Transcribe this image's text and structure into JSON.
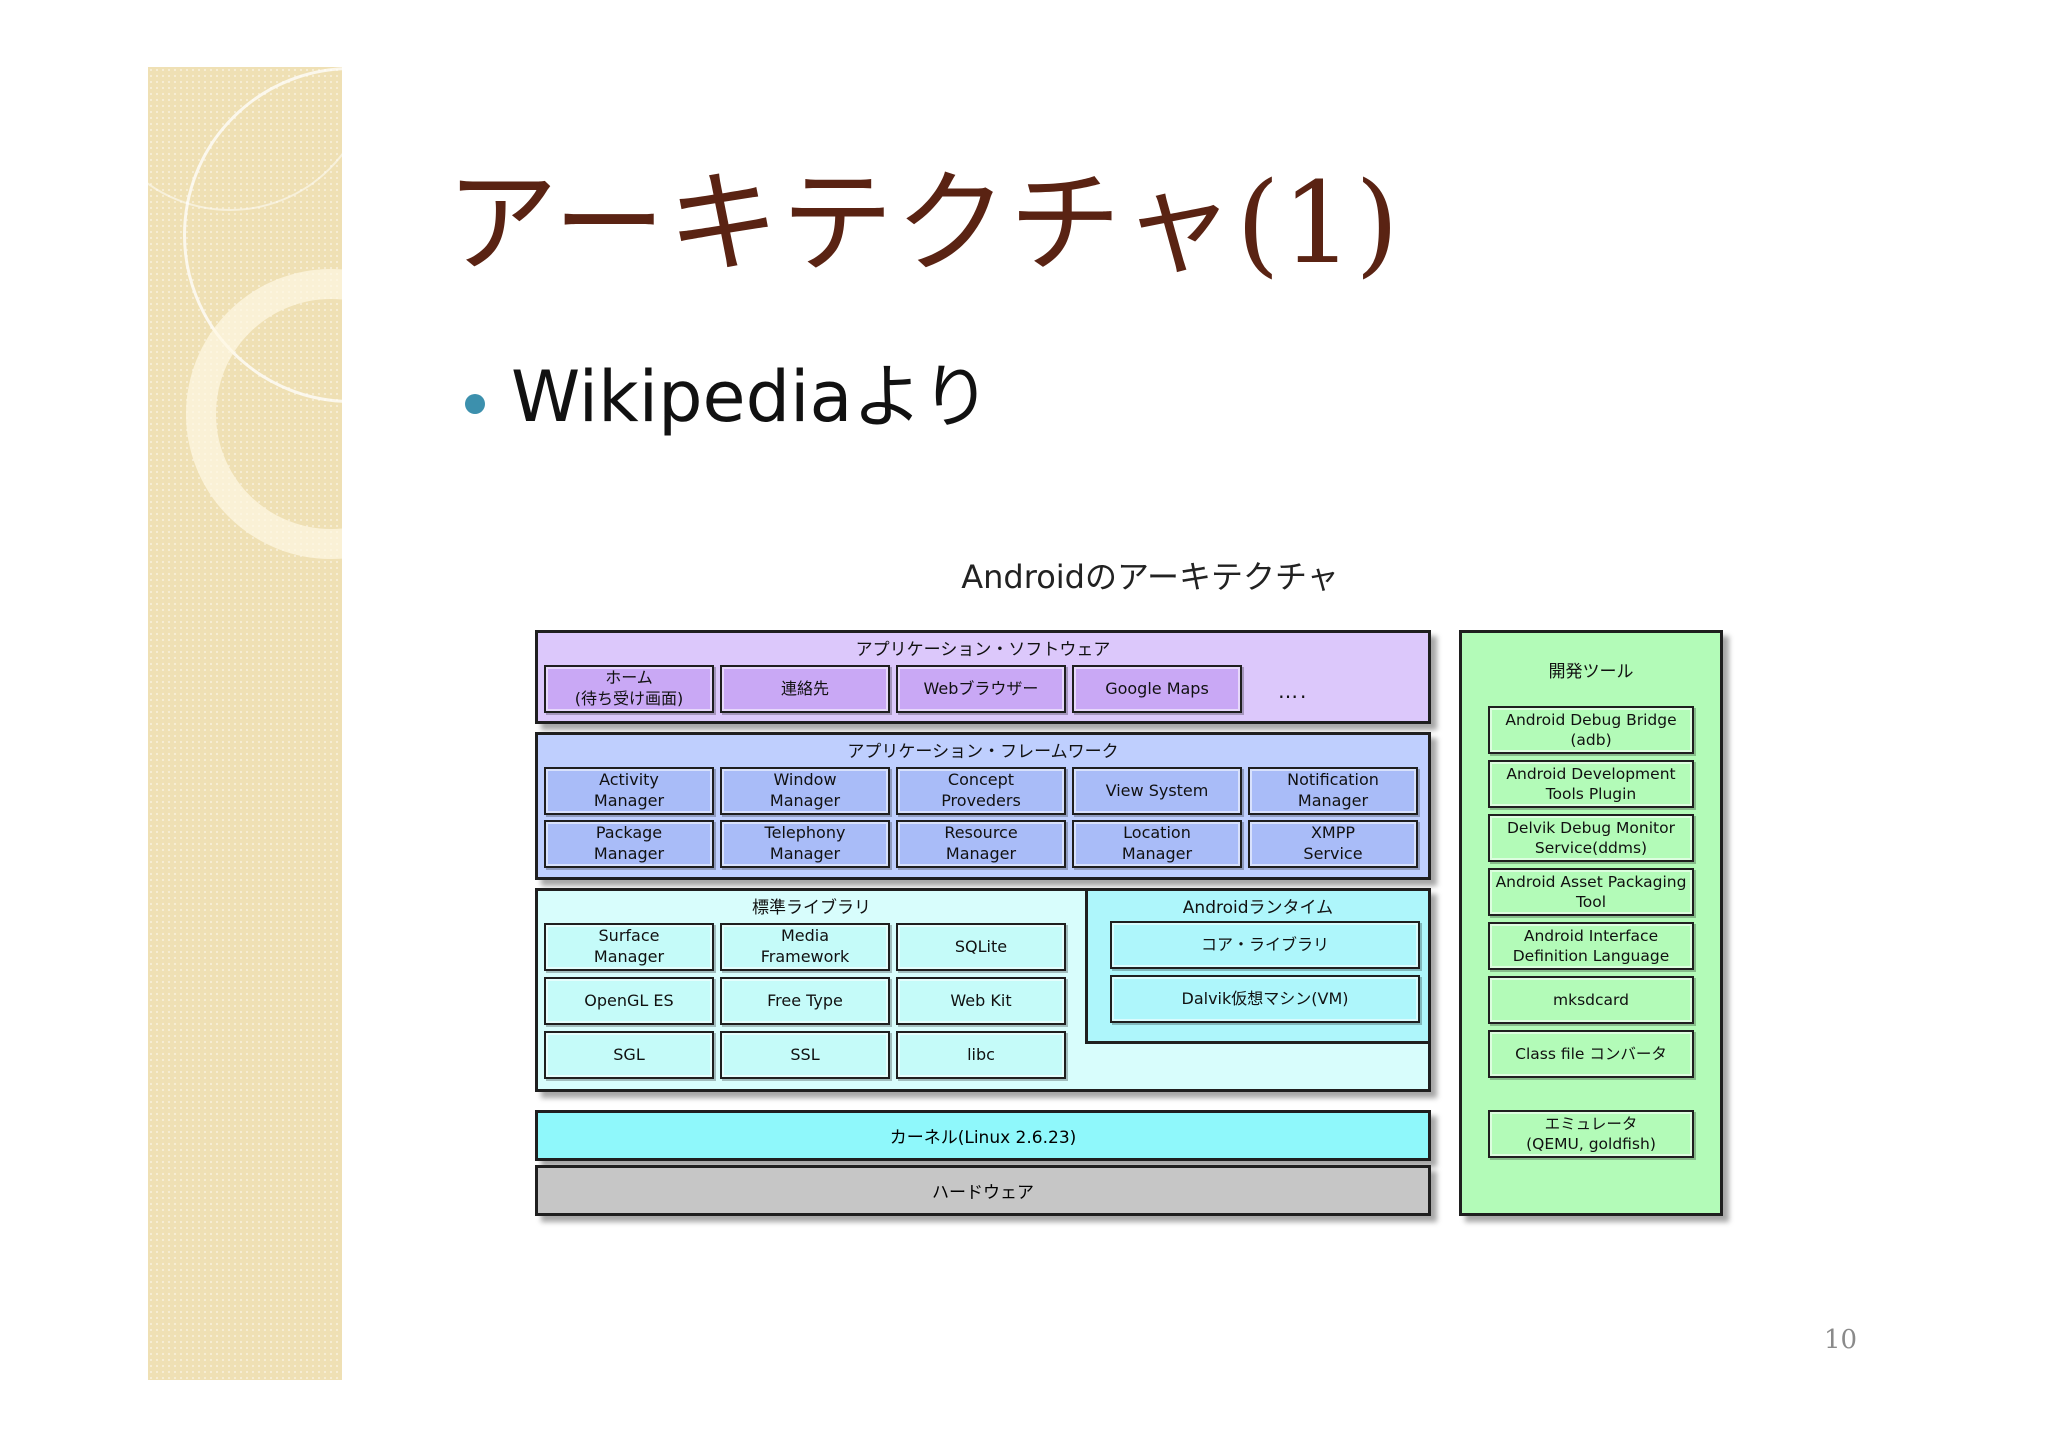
{
  "slide": {
    "title": "アーキテクチャ(1)",
    "bullet": "Wikipediaより",
    "page_number": "10"
  },
  "diagram": {
    "title": "Androidのアーキテクチャ",
    "applications": {
      "header": "アプリケーション・ソフトウェア",
      "items": [
        "ホーム\n(待ち受け画面)",
        "連絡先",
        "Webブラウザー",
        "Google Maps"
      ],
      "ellipsis": "…."
    },
    "framework": {
      "header": "アプリケーション・フレームワーク",
      "items": [
        "Activity\nManager",
        "Window\nManager",
        "Concept\nProveders",
        "View System",
        "Notification\nManager",
        "Package\nManager",
        "Telephony\nManager",
        "Resource\nManager",
        "Location\nManager",
        "XMPP\nService"
      ]
    },
    "libraries": {
      "header": "標準ライブラリ",
      "items": [
        "Surface\nManager",
        "Media\nFramework",
        "SQLite",
        "OpenGL ES",
        "Free Type",
        "Web Kit",
        "SGL",
        "SSL",
        "libc"
      ]
    },
    "runtime": {
      "header": "Androidランタイム",
      "items": [
        "コア・ライブラリ",
        "Dalvik仮想マシン(VM)"
      ]
    },
    "kernel": "カーネル(Linux 2.6.23)",
    "hardware": "ハードウェア",
    "tools": {
      "header": "開発ツール",
      "items": [
        "Android Debug Bridge\n(adb)",
        "Android Development\nTools Plugin",
        "Delvik Debug Monitor\nService(ddms)",
        "Android Asset Packaging\nTool",
        "Android Interface\nDefinition Language",
        "mksdcard",
        "Class file コンバータ",
        "エミュレータ\n(QEMU, goldfish)"
      ]
    }
  }
}
